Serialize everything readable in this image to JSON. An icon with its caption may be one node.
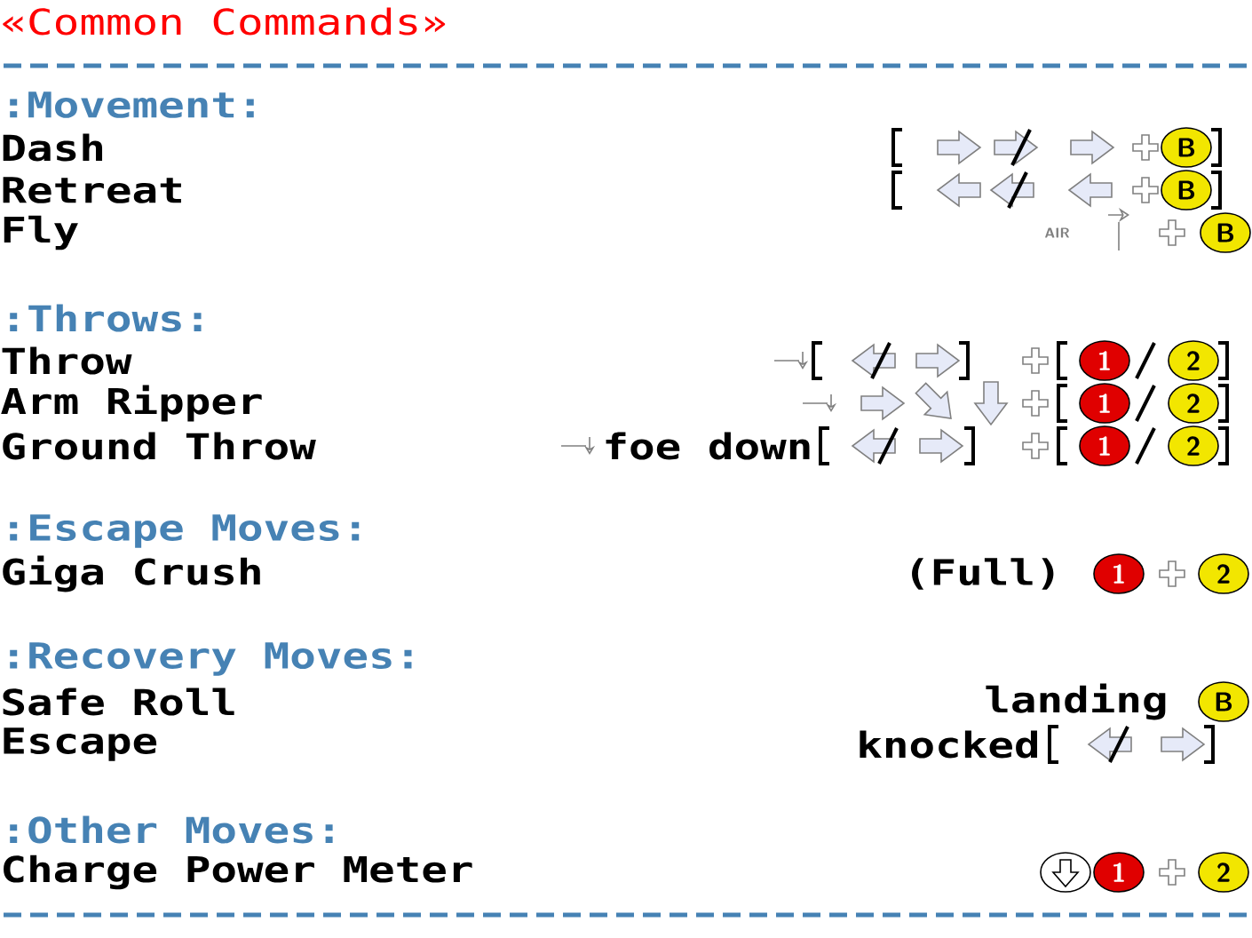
{
  "diagram": {
    "title": "«Common Commands»",
    "labels": [
      ":Movement:",
      "Dash",
      "B",
      "Retreat",
      "B",
      "Fly",
      "AIR",
      "B",
      ":Throws:",
      "Throw",
      "1",
      "2",
      "Arm Ripper",
      "1",
      "2",
      "Ground Throw",
      "foe down",
      "1",
      "2",
      ":Escape Moves:",
      "Giga Crush",
      "(Full)",
      "1",
      "2",
      ":Recovery Moves:",
      "Safe Roll",
      "landing",
      "B",
      "Escape",
      "knocked",
      ":Other Moves:",
      "Charge Power Meter",
      "1",
      "2"
    ]
  }
}
